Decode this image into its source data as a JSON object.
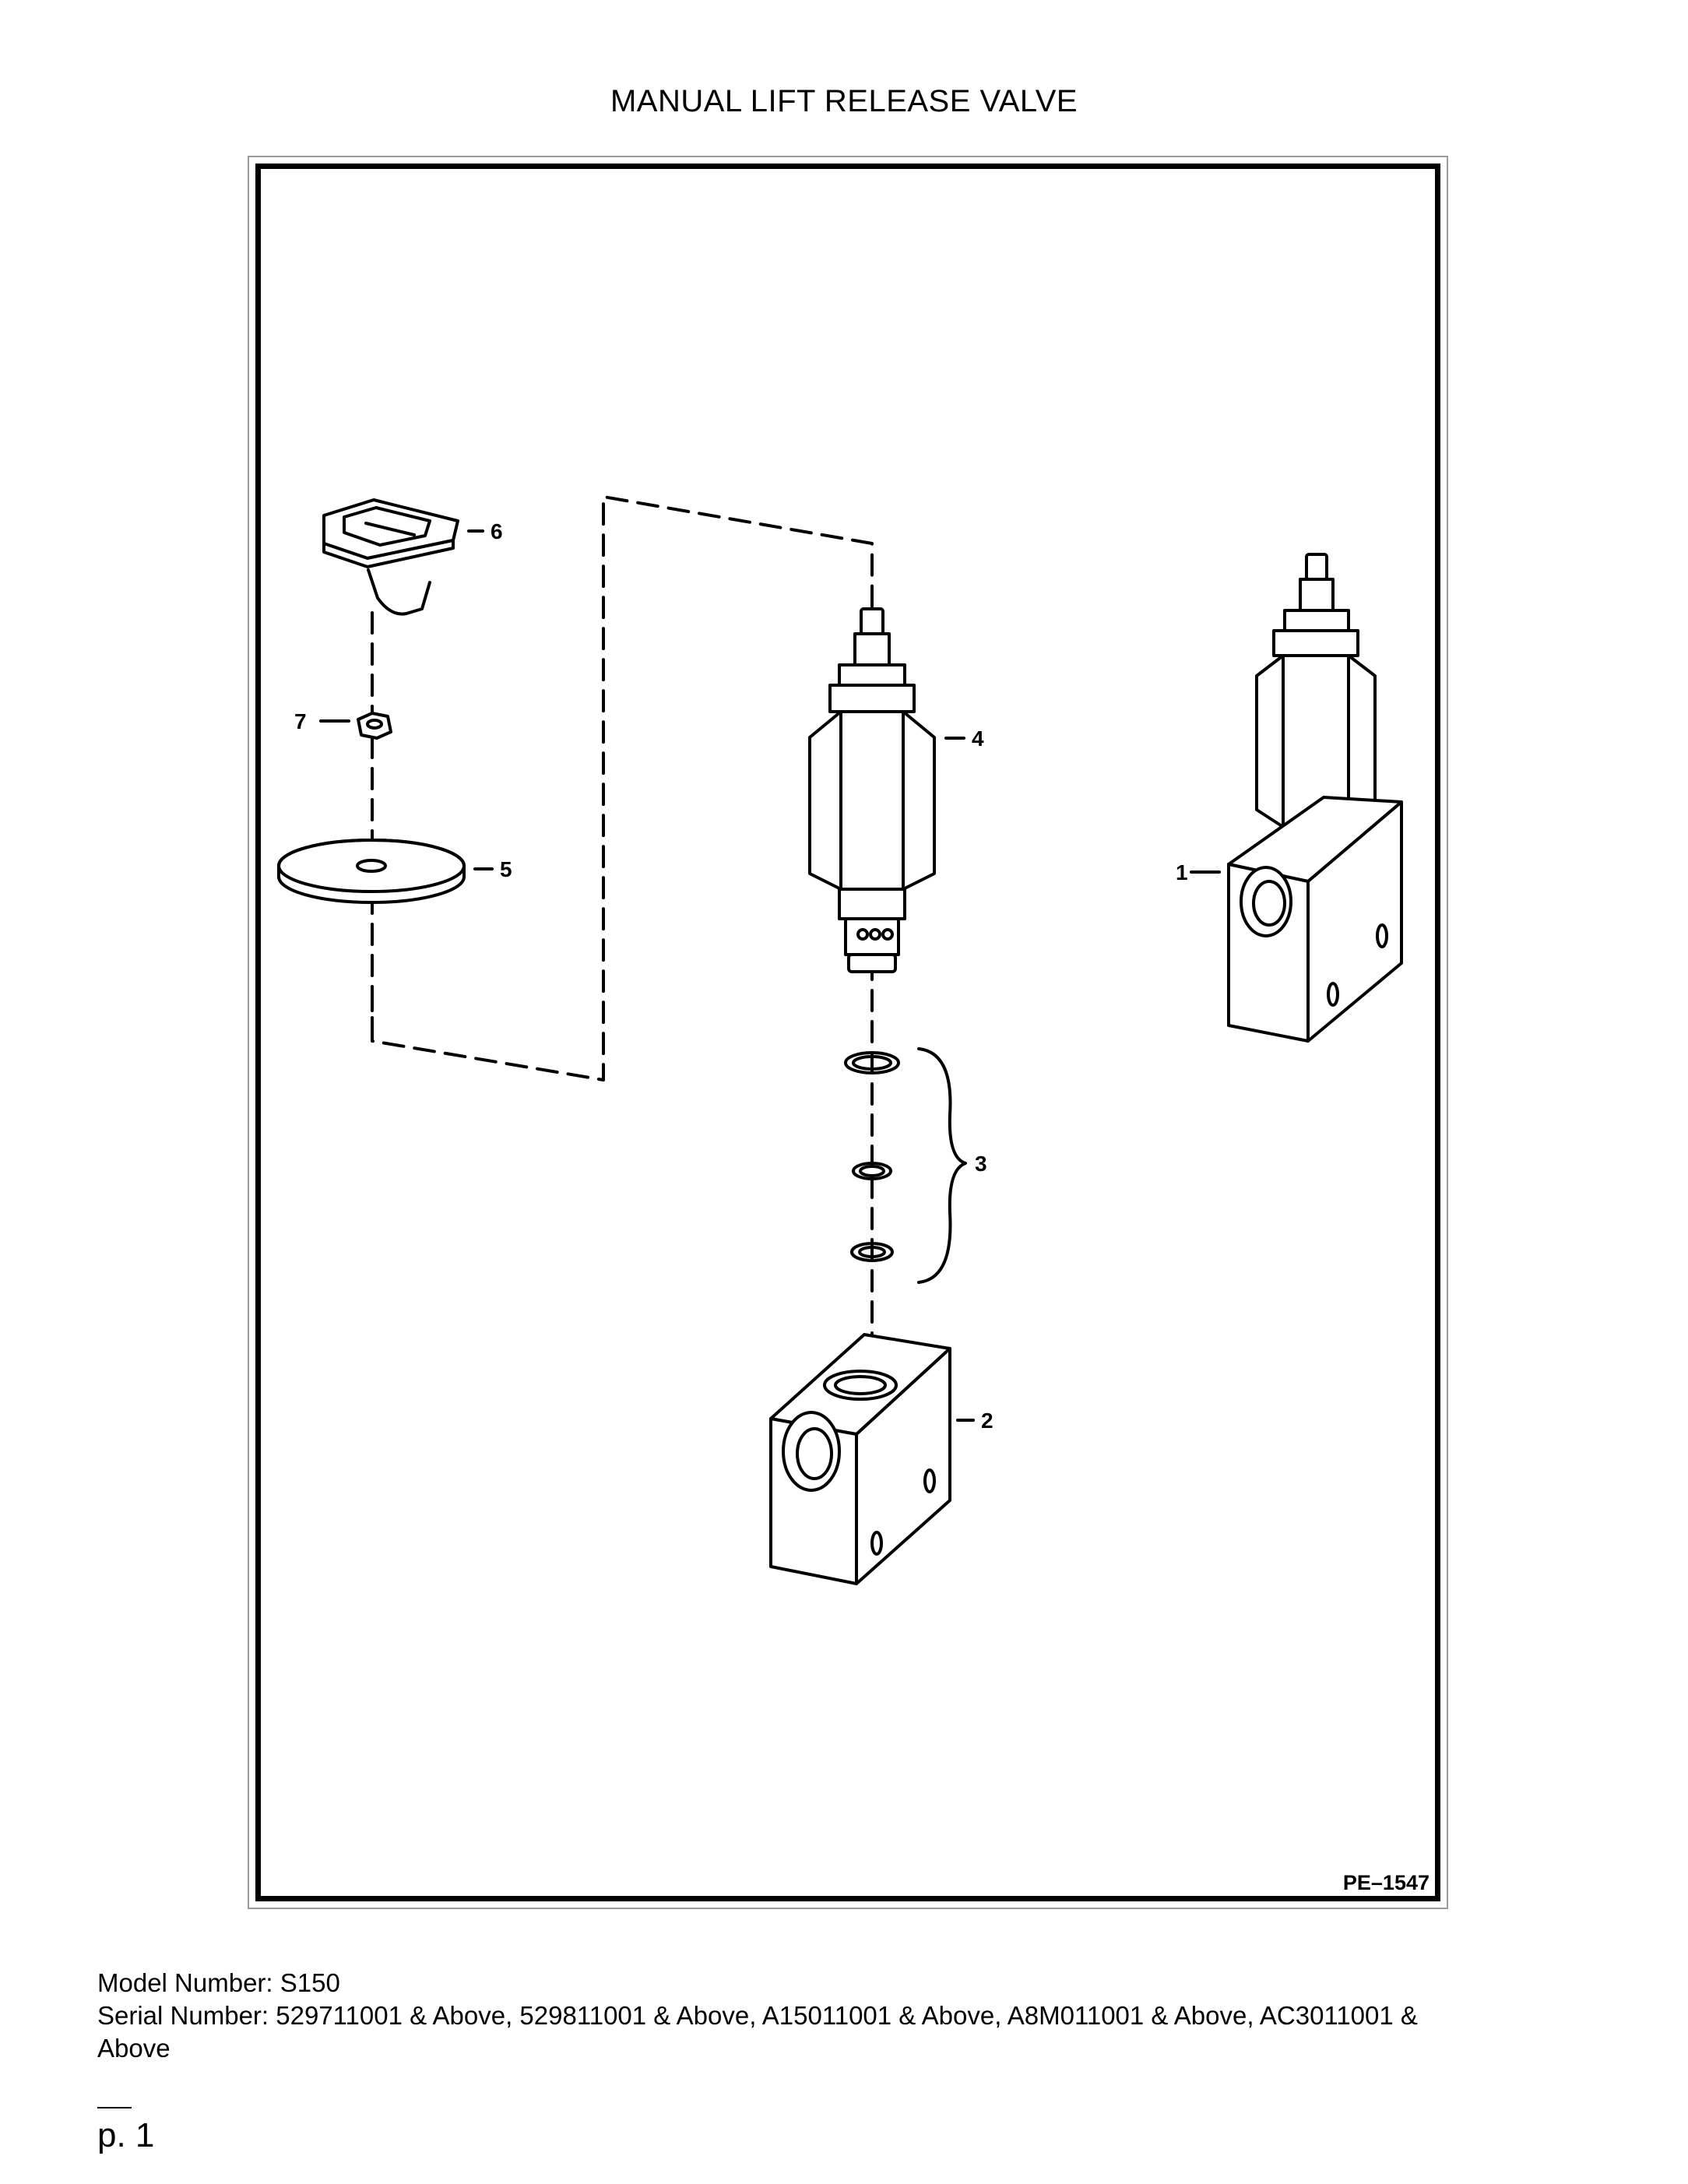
{
  "page": {
    "title": "MANUAL LIFT RELEASE VALVE",
    "drawing_code": "PE–1547",
    "page_number": "p. 1"
  },
  "diagram": {
    "callouts": [
      {
        "id": "1",
        "label": "1"
      },
      {
        "id": "2",
        "label": "2"
      },
      {
        "id": "3",
        "label": "3"
      },
      {
        "id": "4",
        "label": "4"
      },
      {
        "id": "5",
        "label": "5"
      },
      {
        "id": "6",
        "label": "6"
      },
      {
        "id": "7",
        "label": "7"
      }
    ]
  },
  "footer": {
    "model_line": "Model Number: S150",
    "serial_line": "Serial Number: 529711001 & Above, 529811001 & Above, A15011001 & Above, A8M011001 & Above, AC3011001 &",
    "serial_line_cont": "Above"
  }
}
